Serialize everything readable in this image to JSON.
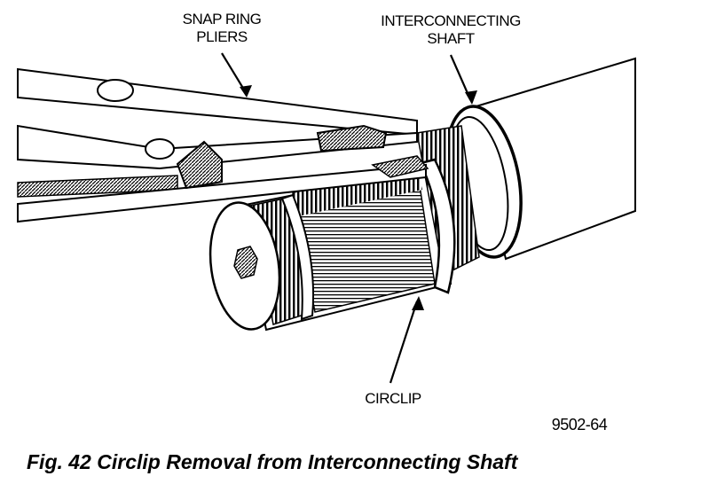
{
  "labels": {
    "snap_ring_pliers_line1": "SNAP RING",
    "snap_ring_pliers_line2": "PLIERS",
    "interconnecting_shaft_line1": "INTERCONNECTING",
    "interconnecting_shaft_line2": "SHAFT",
    "circlip": "CIRCLIP",
    "figure_number": "9502-64"
  },
  "caption": "Fig. 42 Circlip Removal from Interconnecting Shaft",
  "colors": {
    "ink": "#000000",
    "paper": "#ffffff"
  }
}
